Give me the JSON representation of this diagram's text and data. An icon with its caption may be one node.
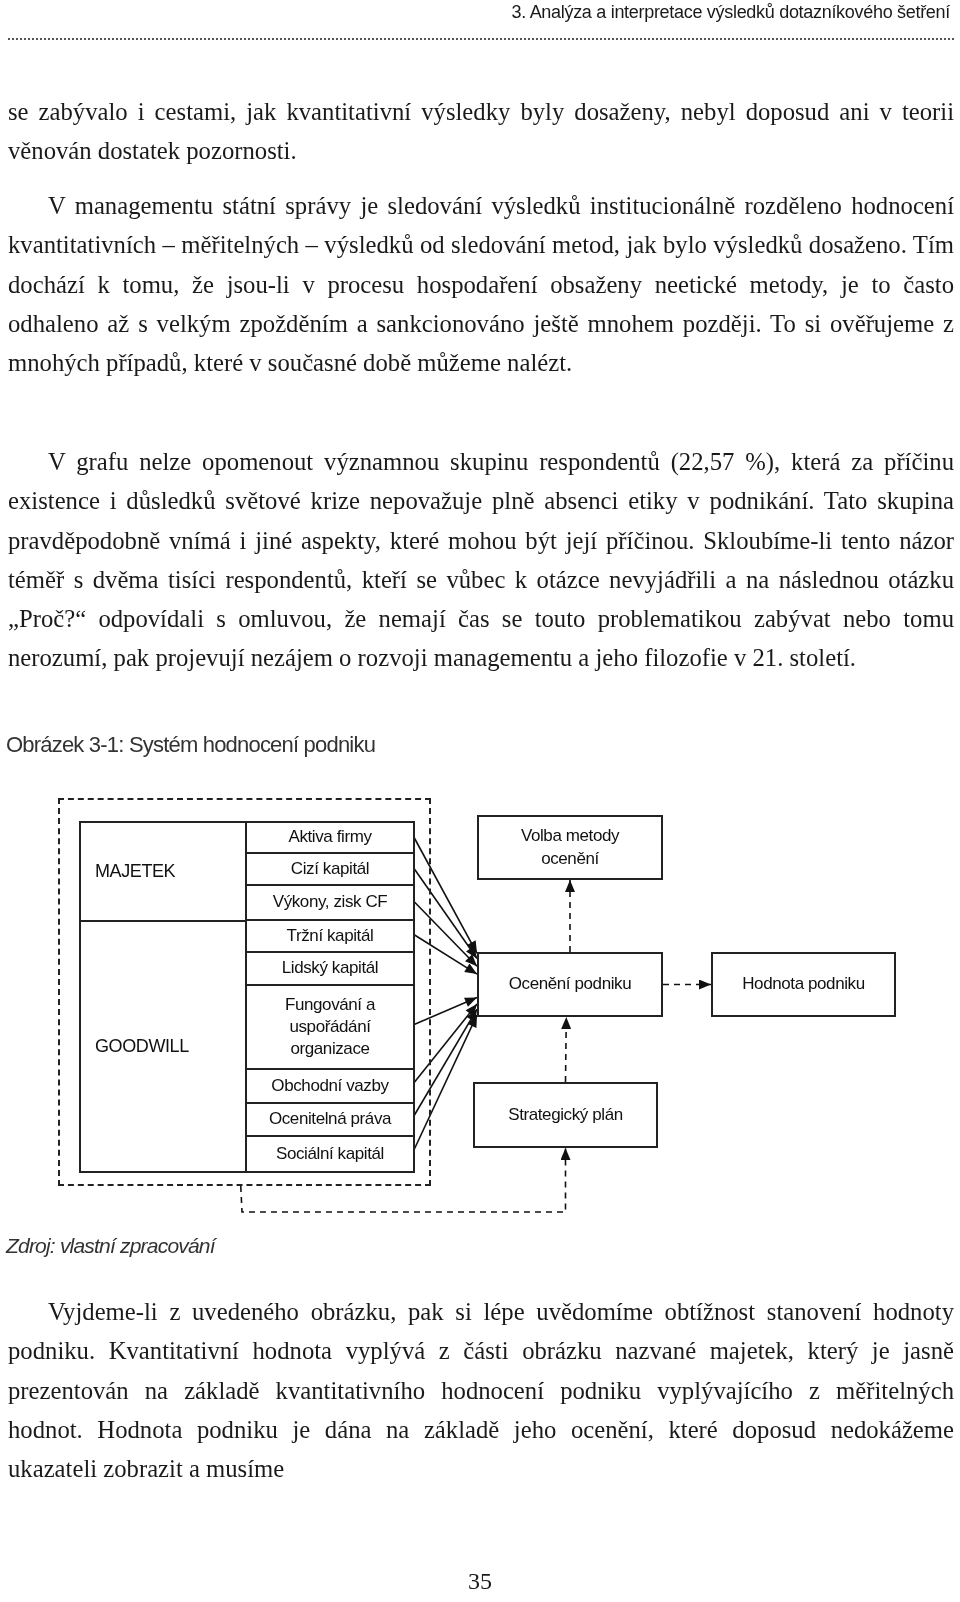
{
  "diagram": {
    "title": "Obrázek 3-1: Systém hodnocení podniku",
    "caption": "Zdroj: vlastní zpracování",
    "nodes": [
      {
        "text": [],
        "shape": "box"
      },
      {
        "text": [
          "MAJETEK"
        ],
        "in": 0
      },
      {
        "text": [
          "GOODWILL"
        ],
        "in": 0
      },
      {
        "text": [
          "Aktiva firmy"
        ],
        "in": 0
      },
      {
        "text": [
          "Cizí kapitál"
        ],
        "in": 0
      },
      {
        "text": [
          "Výkony, zisk CF"
        ],
        "in": 0
      },
      {
        "text": [
          "Tržní kapitál"
        ],
        "in": 0
      },
      {
        "text": [
          "Lidský kapitál"
        ],
        "in": 0
      },
      {
        "text": [
          "Fungování a uspořádání organizace"
        ],
        "in": 0
      },
      {
        "text": [
          "Obchodní vazby"
        ],
        "in": 0
      },
      {
        "text": [
          "Ocenitelná práva"
        ],
        "in": 0
      },
      {
        "text": [
          "Sociální kapitál"
        ],
        "in": 0
      },
      {
        "text": [
          "Volba metody ocenění"
        ]
      },
      {
        "text": [
          "Ocenění podniku"
        ]
      },
      {
        "text": [
          "Hodnota podniku"
        ]
      },
      {
        "text": [
          "Strategický plán"
        ]
      }
    ],
    "edges": [
      {
        "from": 3,
        "to": 13,
        "arrow": "to"
      },
      {
        "from": 4,
        "to": 13,
        "arrow": "to"
      },
      {
        "from": 5,
        "to": 13,
        "arrow": "to"
      },
      {
        "from": 6,
        "to": 13,
        "arrow": "to"
      },
      {
        "from": 8,
        "to": 13,
        "arrow": "to"
      },
      {
        "from": 9,
        "to": 13,
        "arrow": "to"
      },
      {
        "from": 10,
        "to": 13,
        "arrow": "to"
      },
      {
        "from": 11,
        "to": 13,
        "arrow": "to"
      },
      {
        "from": 13,
        "to": 12,
        "arrow": "to",
        "style": "dashed"
      },
      {
        "from": 13,
        "to": 14,
        "arrow": "to",
        "style": "dashed"
      },
      {
        "from": 15,
        "to": 13,
        "arrow": "to",
        "style": "dashed"
      },
      {
        "from": 0,
        "to": 15,
        "arrow": "to",
        "style": "dashed"
      }
    ],
    "labels": [
      "3. Analýza a interpretace výsledků dotazníkového šetření",
      "se zabývalo i cestami, jak kvantitativní výsledky byly dosaženy, nebyl doposud ani v teorii věnován dostatek pozornosti.",
      "V managementu státní správy je sledování výsledků institucionálně rozděleno hodnocení kvantitativních – měřitelných – výsledků od sledování metod, jak bylo výsledků dosaženo. Tím dochází k tomu, že jsou-li v procesu hospodaření obsaženy neetické metody, je to často odhaleno až s velkým zpožděním a sankcionováno ještě mnohem později. To si ověřujeme z mnohých případů, které v současné době můžeme nalézt.",
      "V grafu nelze opomenout významnou skupinu respondentů (22,57 %), která za příčinu existence i důsledků světové krize nepovažuje plně absenci etiky v podnikání. Tato skupina pravděpodobně vnímá i jiné aspekty, které mohou být její příčinou. Skloubíme-li tento názor téměř s dvěma tisíci respondentů, kteří se vůbec k otázce nevyjádřili a na následnou otázku „Proč?“ odpovídali s omluvou, že nemají čas se touto problematikou zabývat nebo tomu nerozumí, pak projevují nezájem o rozvoji managementu a jeho filozofie v 21. století.",
      "Vyjdeme-li z uvedeného obrázku, pak si lépe uvědomíme obtížnost stanovení hodnoty podniku. Kvantitativní hodnota vyplývá z části obrázku nazvané majetek, který je jasně prezentován na základě kvantitativního hodnocení podniku vyplývajícího z měřitelných hodnot. Hodnota podniku je dána na základě jeho ocenění, které doposud nedokážeme ukazateli zobrazit a musíme",
      "35"
    ]
  }
}
